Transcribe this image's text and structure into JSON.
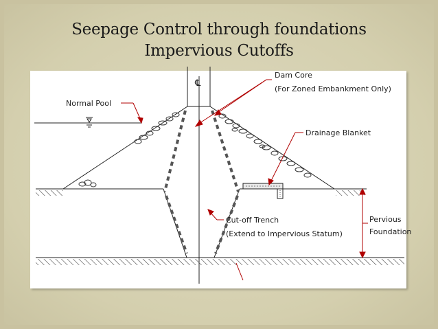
{
  "slide": {
    "title_line1": "Seepage Control through foundations",
    "title_line2": "Impervious Cutoffs"
  },
  "diagram": {
    "centerline_symbol": "℄",
    "labels": {
      "normal_pool": "Normal Pool",
      "dam_core_1": "Dam Core",
      "dam_core_2": "(For Zoned Embankment Only)",
      "drainage_blanket": "Drainage Blanket",
      "cutoff_1": "Cut-off Trench",
      "cutoff_2": "(Extend to Impervious Statum)",
      "pervious_1": "Pervious",
      "pervious_2": "Foundation"
    }
  }
}
